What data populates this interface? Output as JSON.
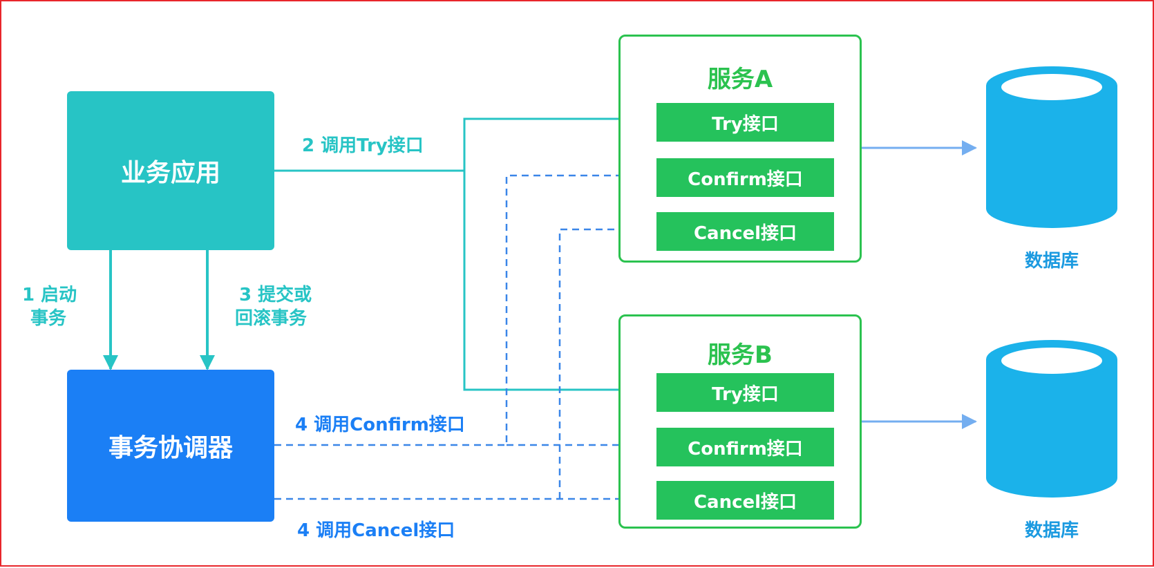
{
  "nodes": {
    "business_app": "业务应用",
    "coordinator": "事务协调器",
    "service_a": {
      "title": "服务A",
      "interfaces": [
        "Try接口",
        "Confirm接口",
        "Cancel接口"
      ]
    },
    "service_b": {
      "title": "服务B",
      "interfaces": [
        "Try接口",
        "Confirm接口",
        "Cancel接口"
      ]
    },
    "database_a": "数据库",
    "database_b": "数据库"
  },
  "edges": {
    "start_transaction": [
      "1 启动",
      "事务"
    ],
    "commit_or_rollback": [
      "3 提交或",
      "回滚事务"
    ],
    "call_try": "2 调用Try接口",
    "call_confirm": "4 调用Confirm接口",
    "call_cancel": "4 调用Cancel接口"
  },
  "colors": {
    "border": "#e8262b",
    "business_app": "#27c4c5",
    "coordinator": "#1b7ff5",
    "service_border": "#2bc24f",
    "interface": "#25c25c",
    "database": "#1bb2ea",
    "db_arrow": "#74aef0"
  }
}
